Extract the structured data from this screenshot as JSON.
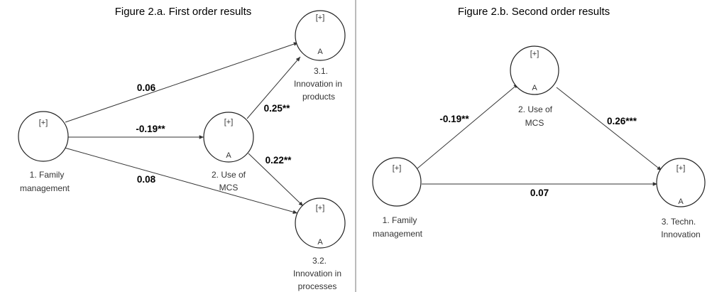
{
  "panel_a": {
    "title": "Figure 2.a. First order results",
    "nodes": {
      "family": {
        "mark": "[+]",
        "label_lines": [
          "1. Family",
          "management"
        ]
      },
      "mcs": {
        "mark": "[+]",
        "inner": "A",
        "label_lines": [
          "2. Use of",
          "MCS"
        ]
      },
      "products": {
        "mark": "[+]",
        "inner": "A",
        "label_lines": [
          "3.1.",
          "Innovation in",
          "products"
        ]
      },
      "processes": {
        "mark": "[+]",
        "inner": "A",
        "label_lines": [
          "3.2.",
          "Innovation in",
          "processes"
        ]
      }
    },
    "paths": {
      "family_products": "0.06",
      "family_mcs": "-0.19**",
      "family_processes": "0.08",
      "mcs_products": "0.25**",
      "mcs_processes": "0.22**"
    }
  },
  "panel_b": {
    "title": "Figure 2.b. Second order results",
    "nodes": {
      "family": {
        "mark": "[+]",
        "label_lines": [
          "1. Family",
          "management"
        ]
      },
      "mcs": {
        "mark": "[+]",
        "inner": "A",
        "label_lines": [
          "2. Use of",
          "MCS"
        ]
      },
      "innovation": {
        "mark": "[+]",
        "inner": "A",
        "label_lines": [
          "3. Techn.",
          "Innovation"
        ]
      }
    },
    "paths": {
      "family_mcs": "-0.19**",
      "mcs_innovation": "0.26***",
      "family_innovation": "0.07"
    }
  }
}
